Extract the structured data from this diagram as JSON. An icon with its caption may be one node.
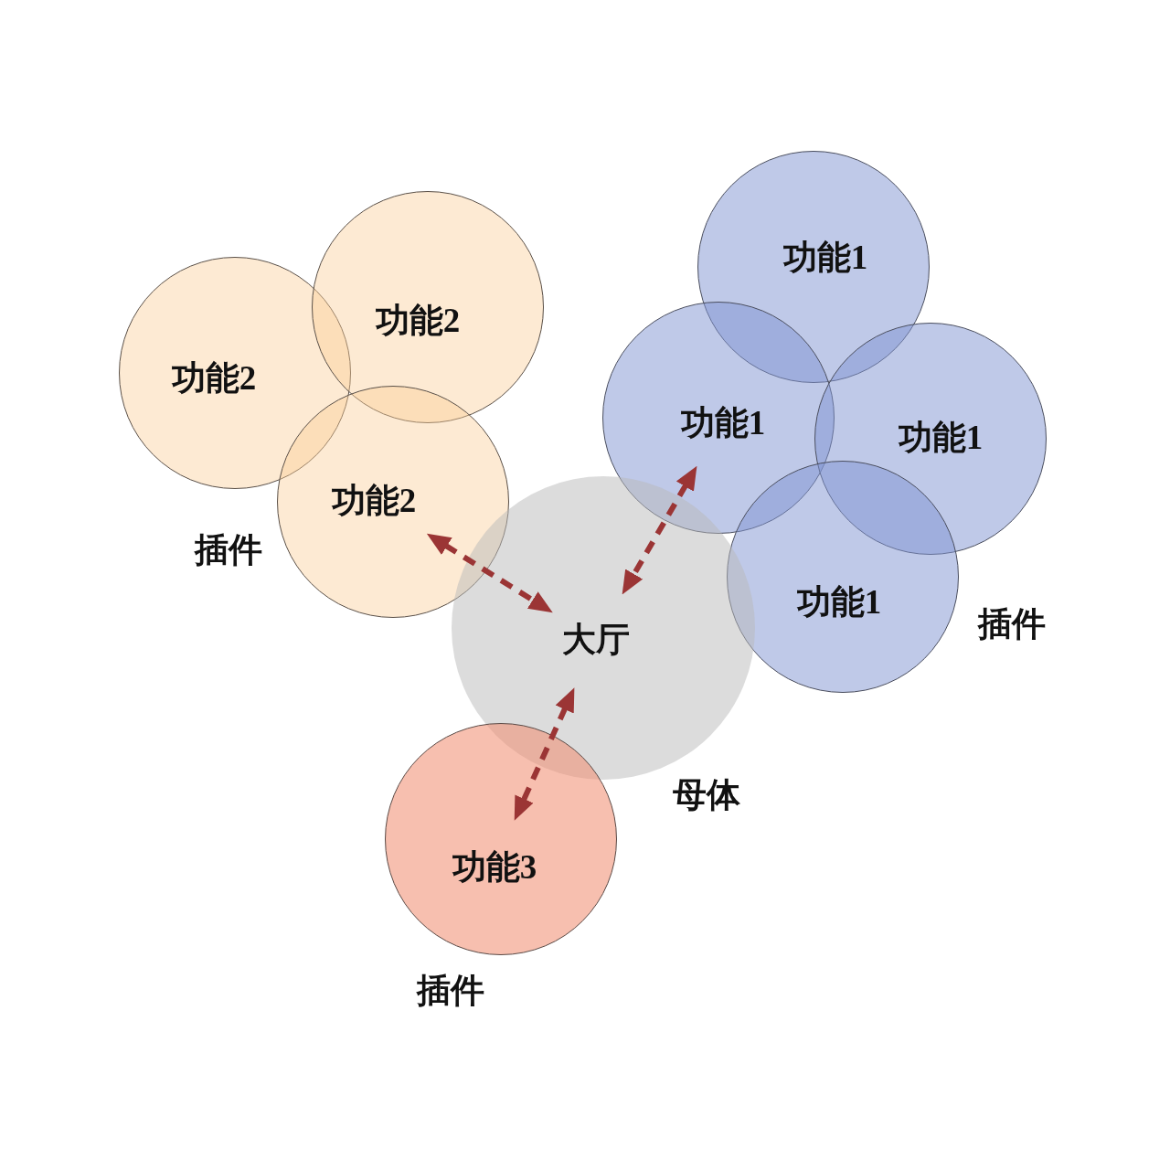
{
  "diagram": {
    "nodes": [
      {
        "text": [
          "功能2"
        ]
      },
      {
        "text": [
          "功能2"
        ]
      },
      {
        "text": [
          "功能2"
        ]
      },
      {
        "text": [
          "功能1"
        ]
      },
      {
        "text": [
          "功能1"
        ]
      },
      {
        "text": [
          "功能1"
        ]
      },
      {
        "text": [
          "功能1"
        ]
      },
      {
        "text": [
          "大厅"
        ],
        "beside": [
          "母体"
        ]
      },
      {
        "text": [
          "功能3"
        ],
        "beside": [
          "插件"
        ]
      }
    ],
    "edges": [
      {
        "from": 2,
        "to": 7,
        "arrow": "both",
        "style": "dashed"
      },
      {
        "from": 4,
        "to": 7,
        "arrow": "both",
        "style": "dashed"
      },
      {
        "from": 7,
        "to": 8,
        "arrow": "both",
        "style": "dashed"
      }
    ],
    "labels": [
      "插件",
      "插件"
    ]
  }
}
